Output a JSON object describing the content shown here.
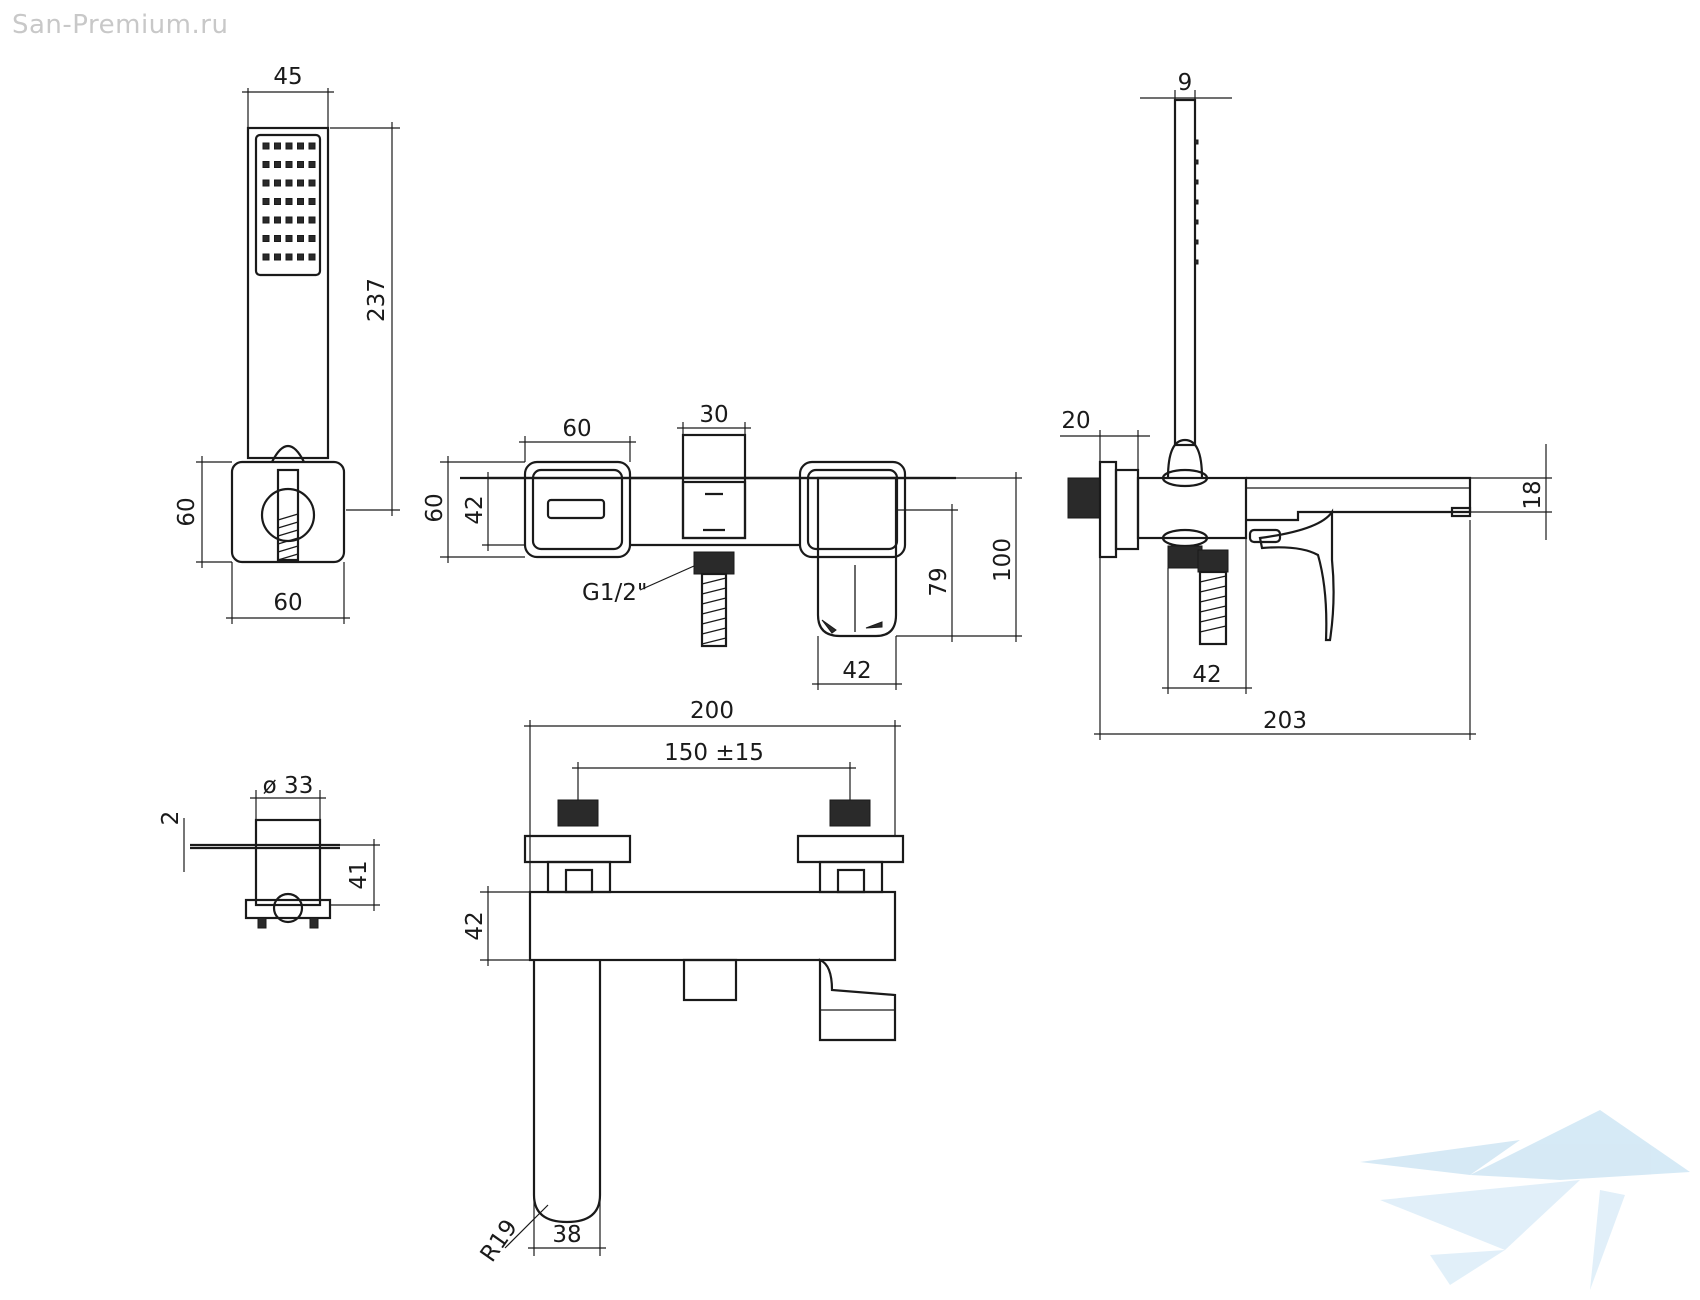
{
  "watermark": "San-Premium.ru",
  "dimensions": {
    "handshower_width": "45",
    "handshower_height": "237",
    "holder_height": "60",
    "holder_width": "60",
    "handle_width": "60",
    "diverter_width": "30",
    "front_height_60": "60",
    "front_height_42": "42",
    "thread": "G1/2\"",
    "spout_height": "79",
    "total_height": "100",
    "spout_width": "42",
    "hose_width": "9",
    "wall_plate": "20",
    "side_connector_width": "42",
    "spout_thickness": "18",
    "total_depth": "203",
    "flange_diameter": "ø 33",
    "flange_thickness": "2",
    "flange_depth": "41",
    "total_width": "200",
    "center_distance": "150 ±15",
    "body_depth": "42",
    "radius": "R19",
    "spout_end_width": "38"
  },
  "colors": {
    "line": "#1a1a1a",
    "watermark": "#c8c8c8",
    "logo": "#cfe6f4"
  }
}
